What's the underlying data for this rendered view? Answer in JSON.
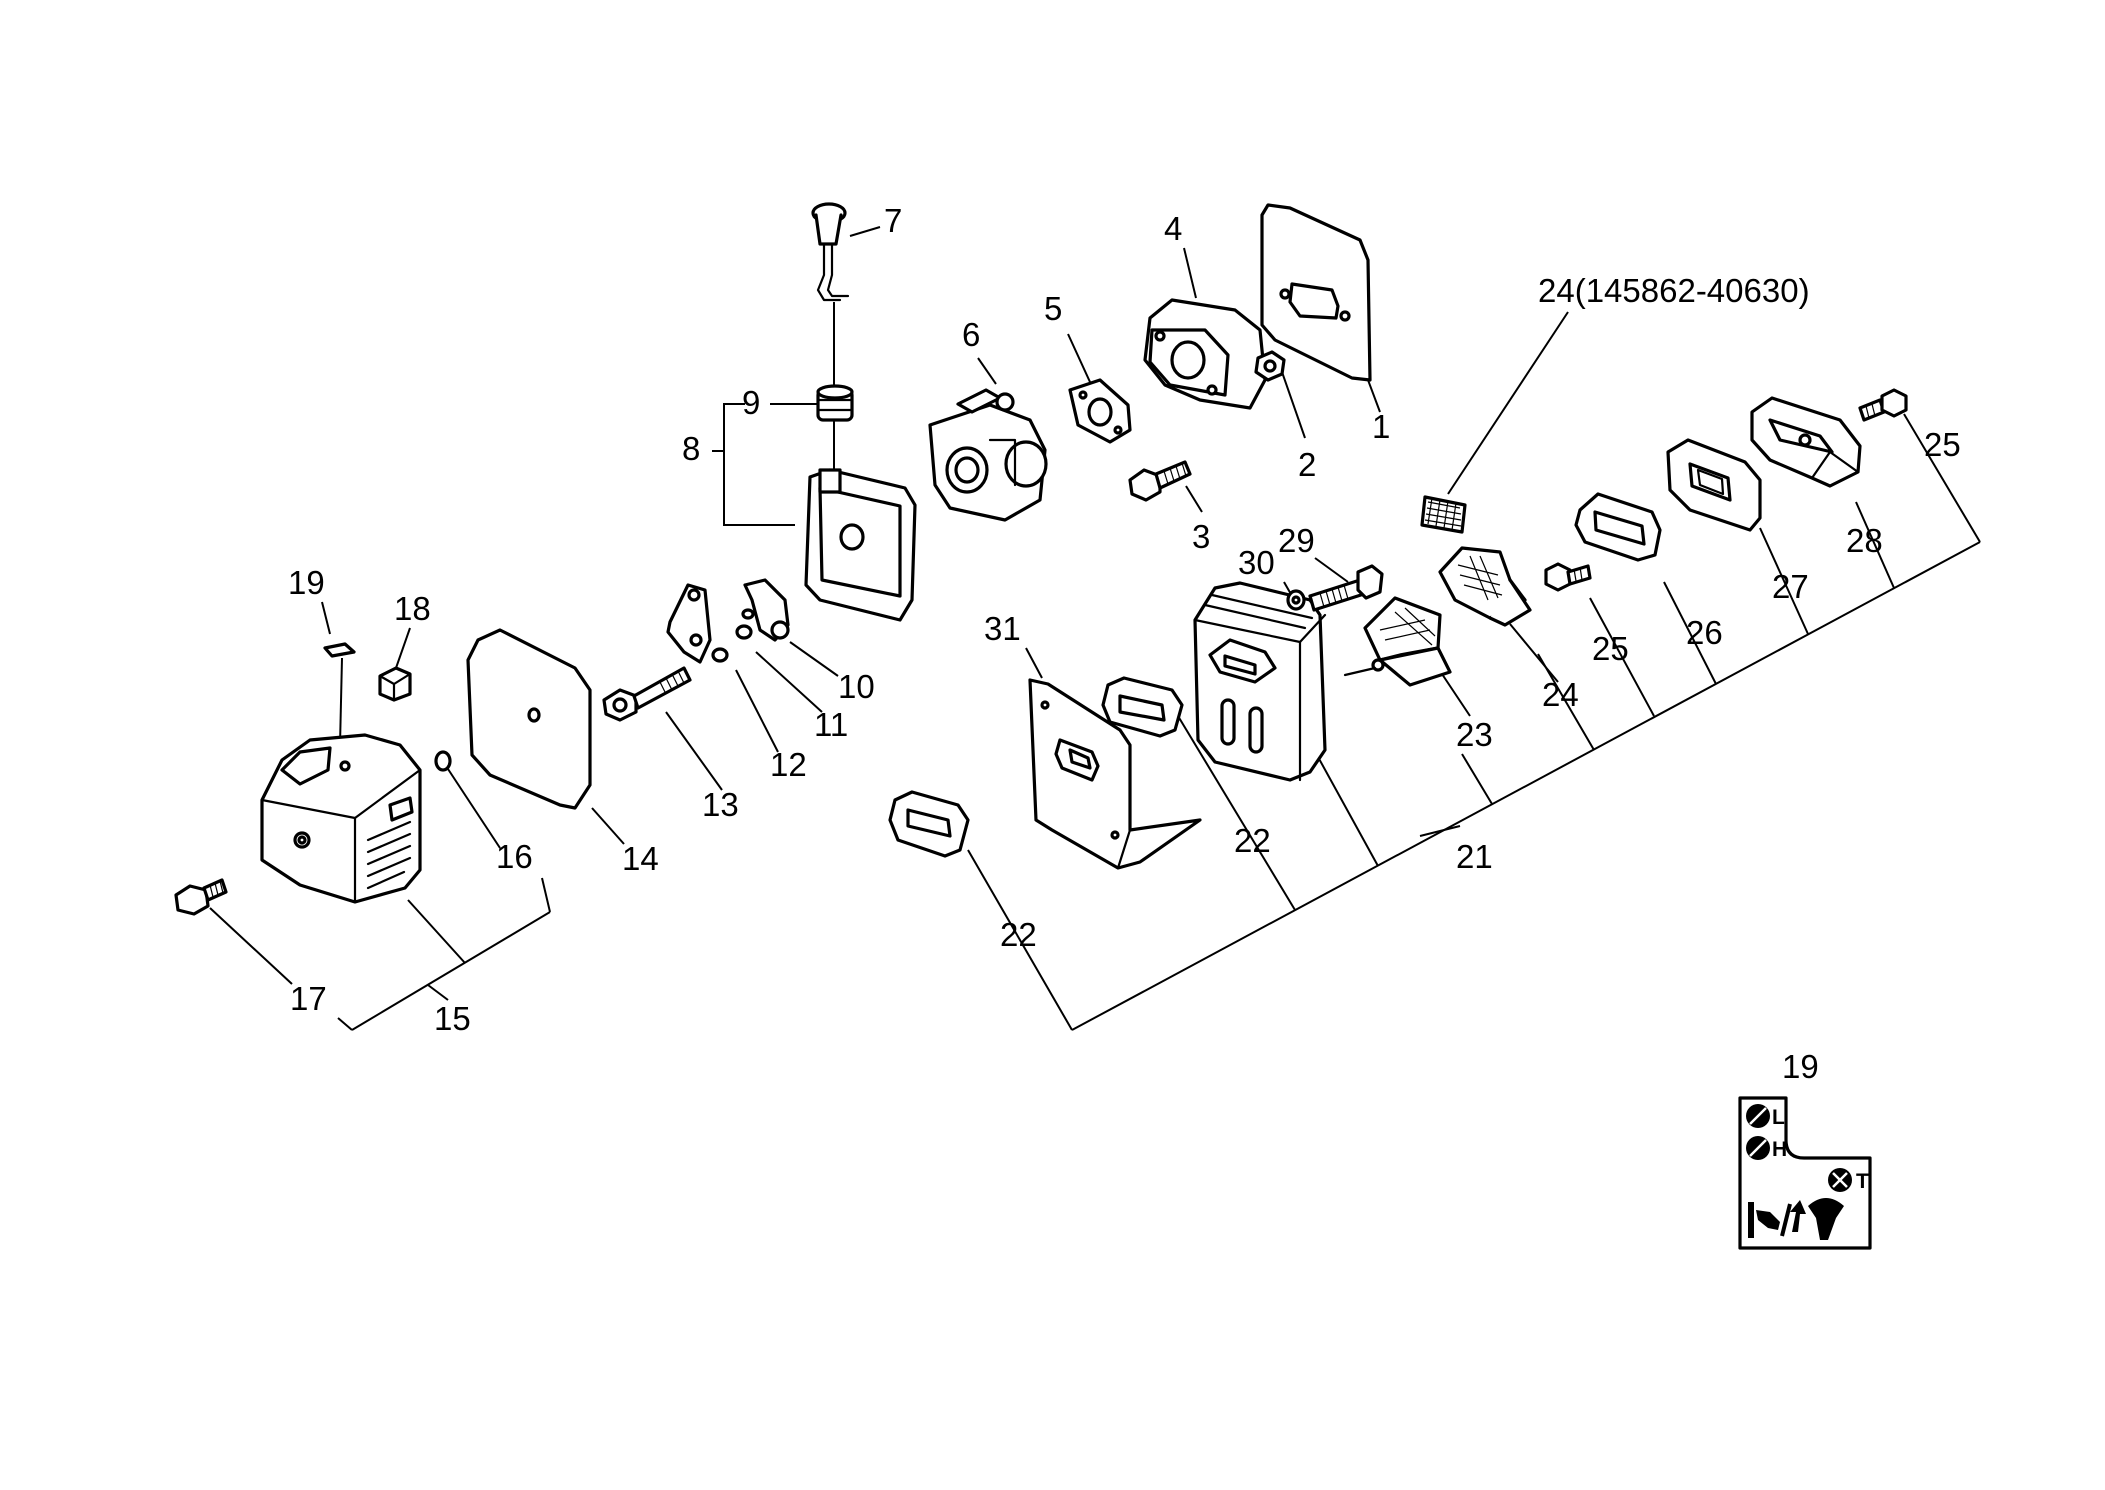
{
  "diagram": {
    "callouts": {
      "c1": "1",
      "c2": "2",
      "c3": "3",
      "c4": "4",
      "c5": "5",
      "c6": "6",
      "c7": "7",
      "c8": "8",
      "c9": "9",
      "c10": "10",
      "c11": "11",
      "c12": "12",
      "c13": "13",
      "c14": "14",
      "c15": "15",
      "c16": "16",
      "c17": "17",
      "c18": "18",
      "c19a": "19",
      "c19b": "19",
      "c21": "21",
      "c22a": "22",
      "c22b": "22",
      "c23": "23",
      "c24a": "24(145862-40630)",
      "c24b": "24",
      "c25a": "25",
      "c25b": "25",
      "c26": "26",
      "c27": "27",
      "c28": "28",
      "c29": "29",
      "c30": "30",
      "c31": "31"
    },
    "label_plate": {
      "letter_l": "L",
      "letter_h": "H",
      "letter_t": "T"
    }
  }
}
